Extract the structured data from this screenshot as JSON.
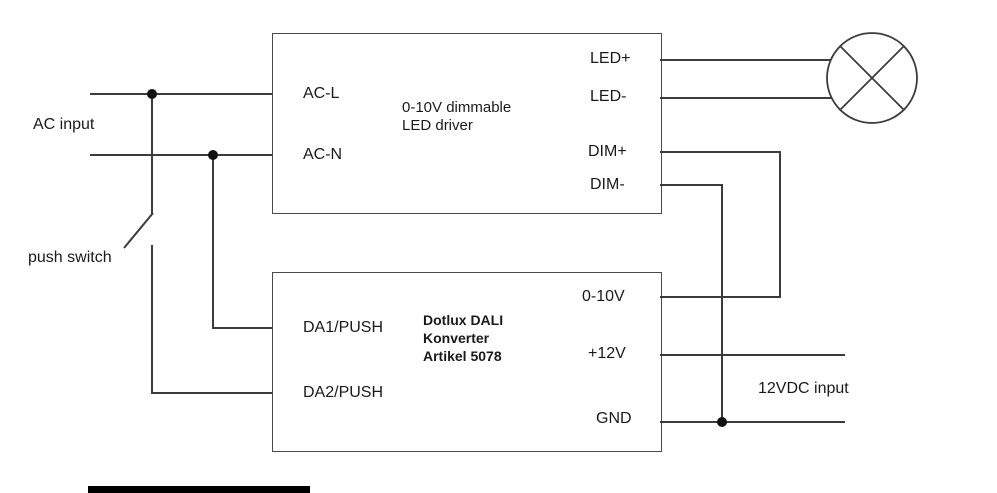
{
  "labels": {
    "ac_input": "AC input",
    "push_switch": "push switch",
    "vdc_input": "12VDC input"
  },
  "driver_box": {
    "title_line1": "0-10V dimmable",
    "title_line2": "LED driver",
    "terminals": {
      "ac_l": "AC-L",
      "ac_n": "AC-N",
      "led_plus": "LED+",
      "led_minus": "LED-",
      "dim_plus": "DIM+",
      "dim_minus": "DIM-"
    }
  },
  "converter_box": {
    "title_line1": "Dotlux DALI",
    "title_line2": "Konverter",
    "title_line3": "Artikel 5078",
    "terminals": {
      "da1": "DA1/PUSH",
      "da2": "DA2/PUSH",
      "out_0_10v": "0-10V",
      "out_12v": "+12V",
      "gnd": "GND"
    }
  },
  "colors": {
    "wire": "#3c3c3c",
    "text": "#1a1a1a",
    "background": "#ffffff"
  }
}
